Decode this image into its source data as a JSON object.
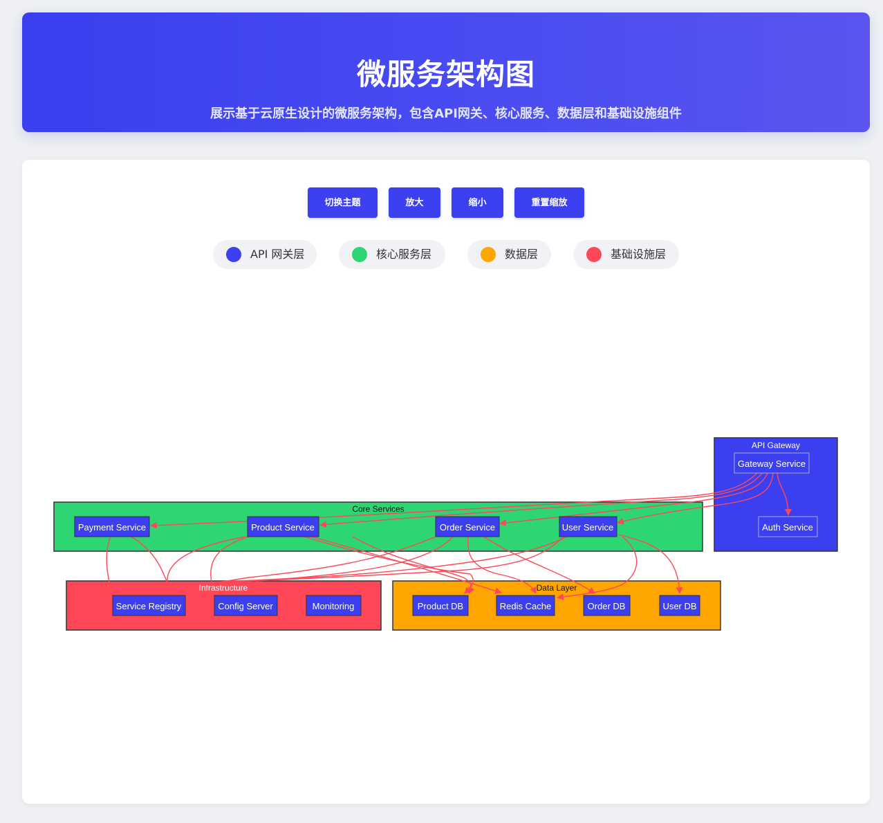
{
  "header": {
    "title": "微服务架构图",
    "subtitle": "展示基于云原生设计的微服务架构，包含API网关、核心服务、数据层和基础设施组件"
  },
  "controls": {
    "toggle_theme": "切换主题",
    "zoom_in": "放大",
    "zoom_out": "缩小",
    "reset_zoom": "重置缩放"
  },
  "legend": [
    {
      "label": "API 网关层",
      "color": "#3b3ff0"
    },
    {
      "label": "核心服务层",
      "color": "#2ed573"
    },
    {
      "label": "数据层",
      "color": "#ffa502"
    },
    {
      "label": "基础设施层",
      "color": "#ff4757"
    }
  ],
  "diagram": {
    "groups": {
      "gateway": {
        "title": "API Gateway",
        "color": "#3b3ff0"
      },
      "core": {
        "title": "Core Services",
        "color": "#2ed573"
      },
      "infra": {
        "title": "Infrastructure",
        "color": "#ff4757"
      },
      "data": {
        "title": "Data Layer",
        "color": "#ffa502"
      }
    },
    "nodes": {
      "gateway_service": "Gateway Service",
      "auth_service": "Auth Service",
      "payment_service": "Payment Service",
      "product_service": "Product Service",
      "order_service": "Order Service",
      "user_service": "User Service",
      "service_registry": "Service Registry",
      "config_server": "Config Server",
      "monitoring": "Monitoring",
      "product_db": "Product DB",
      "redis_cache": "Redis Cache",
      "order_db": "Order DB",
      "user_db": "User DB"
    },
    "edge_color": "#ff4757",
    "node_fill": "#3b3ff0"
  }
}
